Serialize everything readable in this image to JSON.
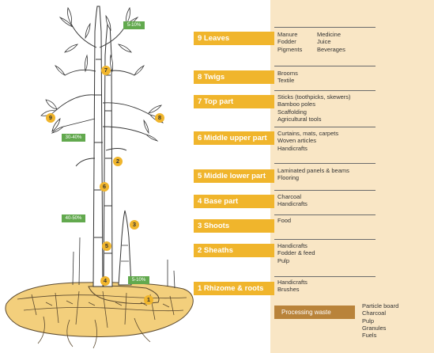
{
  "parts": [
    {
      "id": "9",
      "label": "9 Leaves",
      "uses": [
        "Manure",
        "Fodder",
        "Pigments"
      ],
      "uses_b": [
        "Medicine",
        "Juice",
        "Beverages"
      ]
    },
    {
      "id": "8",
      "label": "8 Twigs",
      "uses": [
        "Brooms",
        "Textile"
      ]
    },
    {
      "id": "7",
      "label": "7 Top part",
      "uses": [
        "Sticks (toothpicks, skewers)",
        "Bamboo poles",
        "Scaffolding",
        "Agricultural tools"
      ]
    },
    {
      "id": "6",
      "label": "6 Middle upper part",
      "uses": [
        "Curtains, mats, carpets",
        "Woven articles",
        "Handicrafts"
      ]
    },
    {
      "id": "5",
      "label": "5 Middle lower part",
      "uses": [
        "Laminated panels & beams",
        "Flooring"
      ]
    },
    {
      "id": "4",
      "label": "4 Base part",
      "uses": [
        "Charcoal",
        "Handicrafts"
      ]
    },
    {
      "id": "3",
      "label": "3 Shoots",
      "uses": [
        "Food"
      ]
    },
    {
      "id": "2",
      "label": "2 Sheaths",
      "uses": [
        "Handicrafts",
        "Fodder & feed",
        "Pulp"
      ]
    },
    {
      "id": "1",
      "label": "1 Rhizome & roots",
      "uses": [
        "Handicrafts",
        "Brushes"
      ]
    }
  ],
  "waste": {
    "label": "Processing waste",
    "uses": [
      "Particle board",
      "Charcoal",
      "Pulp",
      "Granules",
      "Fuels"
    ]
  },
  "percentages": [
    "5-10%",
    "30-40%",
    "40-50%",
    "5-10%"
  ],
  "badges": [
    "9",
    "7",
    "8",
    "2",
    "6",
    "3",
    "5",
    "4",
    "1"
  ],
  "colors": {
    "accent": "#f0b52c",
    "panel": "#f9e6c5",
    "waste": "#b9833a",
    "percent": "#62a94e",
    "soil": "#f3cf7c"
  }
}
